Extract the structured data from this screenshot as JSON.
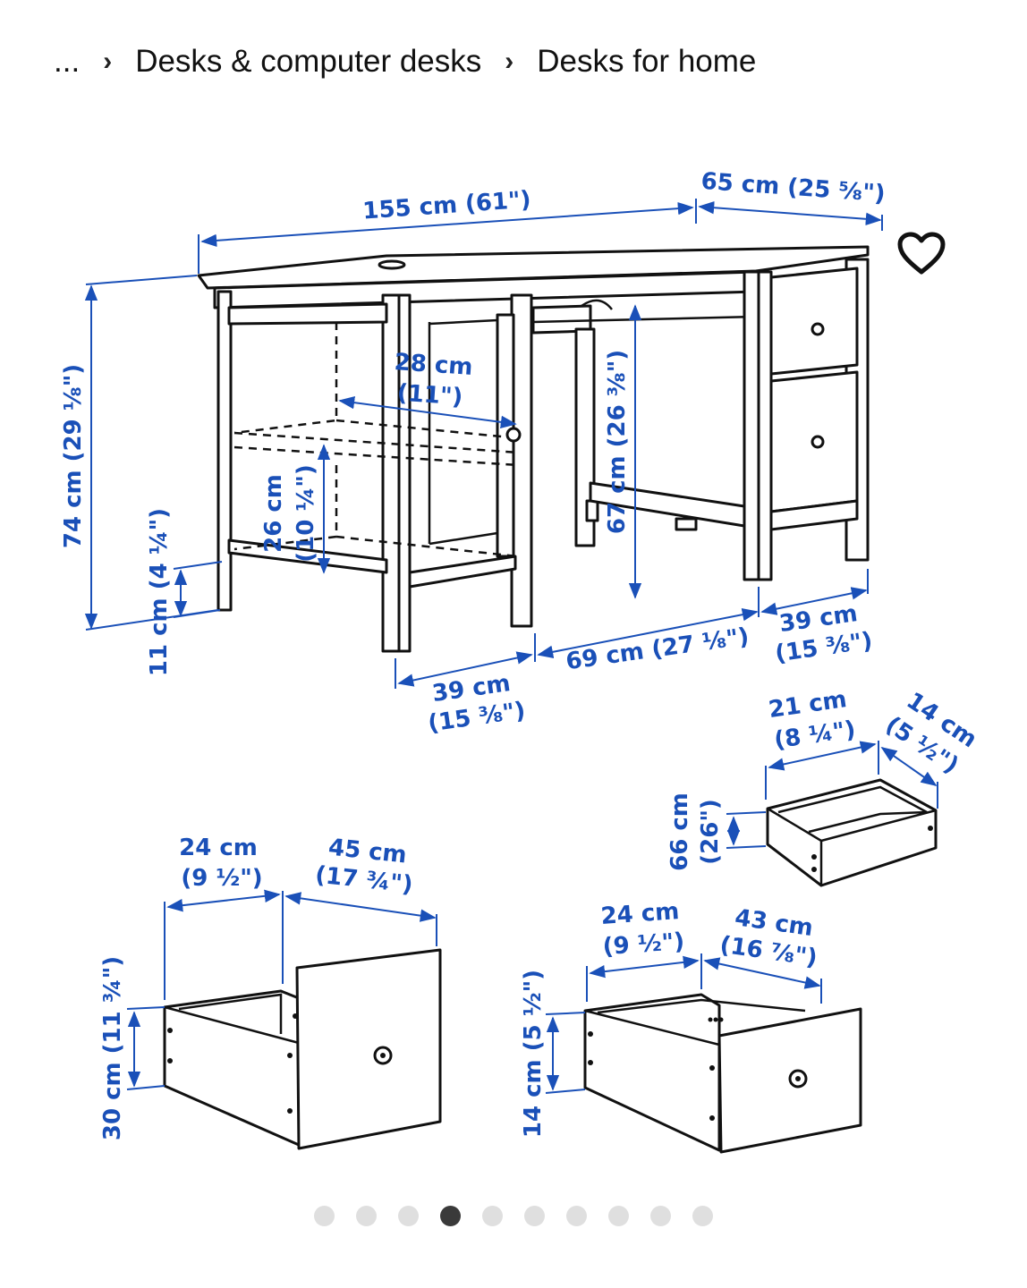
{
  "breadcrumb": [
    {
      "label": "..."
    },
    {
      "label": "Desks & computer desks"
    },
    {
      "label": "Desks for home"
    }
  ],
  "dimensions": {
    "width": "155 cm (61\")",
    "depth": "65 cm (25 ⅝\")",
    "height": "74 cm (29 ⅛\")",
    "clearance": "11 cm (4 ¼\")",
    "shelf_height": "26 cm",
    "shelf_height_in": "(10 ¼\")",
    "shelf_depth": "28 cm",
    "shelf_depth_in": "(11\")",
    "knee_height": "67 cm (26 ⅜\")",
    "left_width": "39 cm",
    "left_width_in": "(15 ⅜\")",
    "knee_width": "69 cm (27 ⅛\")",
    "right_width": "39 cm",
    "right_width_in": "(15 ⅜\")",
    "tray_width": "21 cm",
    "tray_width_in": "(8 ¼\")",
    "tray_depth": "14 cm",
    "tray_depth_in": "(5 ½\")",
    "tray_height": "66 cm",
    "tray_height_in": "(26\")",
    "big_width": "24 cm",
    "big_width_in": "(9 ½\")",
    "big_depth": "45 cm",
    "big_depth_in": "(17 ¾\")",
    "big_height": "30 cm (11 ¾\")",
    "small_width": "24 cm",
    "small_width_in": "(9 ½\")",
    "small_depth": "43 cm",
    "small_depth_in": "(16 ⅞\")",
    "small_height": "14 cm (5 ½\")"
  },
  "favorite": {
    "icon": "heart-icon"
  },
  "carousel": {
    "count": 10,
    "active": 4
  },
  "colors": {
    "dimension": "#1a50b8",
    "dot": "#dfdfdf",
    "dot_active": "#3a3a3a"
  }
}
